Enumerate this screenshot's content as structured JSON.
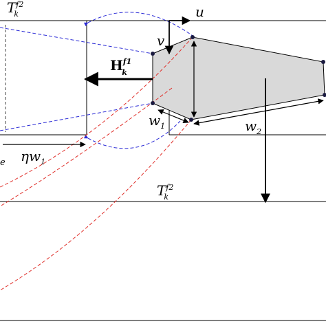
{
  "labels": {
    "t_top": {
      "base": "T",
      "sub": "k",
      "sup": "f",
      "supsub": "2"
    },
    "t_mid": {
      "base": "T",
      "sub": "k",
      "sup": "f",
      "supsub": "2"
    },
    "h_field": {
      "base": "H",
      "sub": "k",
      "sup": "f",
      "supsub": "1"
    },
    "u": "u",
    "v": "v",
    "w1": {
      "base": "w",
      "sub": "1"
    },
    "w2": {
      "base": "w",
      "sub": "2"
    },
    "eta_w1": {
      "pre": "η",
      "base": "w",
      "sub": "1"
    },
    "e_fragment": "e"
  },
  "colors": {
    "structure": "#000000",
    "tensor_dash": "#2b2bd6",
    "mapping_dash": "#e0302b",
    "element_fill": "#d9d9d9",
    "node_fill": "#1a1a40"
  }
}
